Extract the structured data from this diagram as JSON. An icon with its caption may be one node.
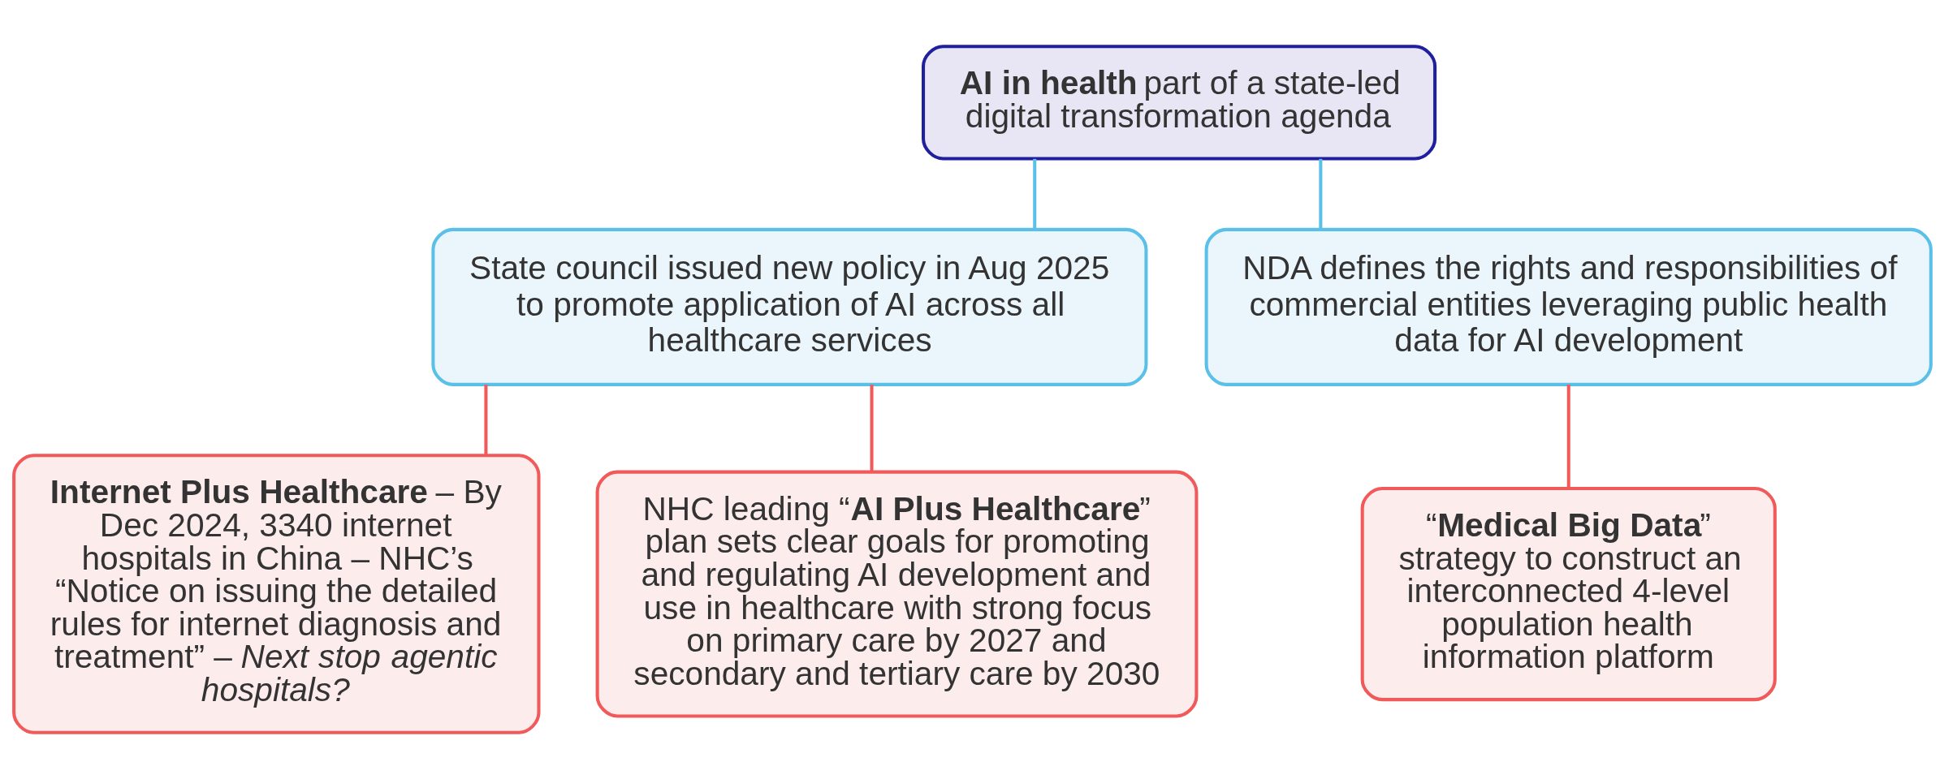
{
  "diagram": {
    "nodes": [
      {
        "text": [
          "**AI in health** part of a state-led digital transformation agenda"
        ]
      },
      {
        "text": [
          "State council issued new policy in Aug 2025 to promote application of AI across all healthcare services"
        ]
      },
      {
        "text": [
          "NDA defines the rights and responsibilities of commercial entities leveraging public health data for AI development"
        ]
      },
      {
        "text": [
          "**Internet Plus Healthcare** – By Dec 2024, 3340 internet hospitals in China – NHC’s “Notice on issuing the detailed rules for internet diagnosis and treatment” – *Next stop agentic hospitals?*"
        ]
      },
      {
        "text": [
          "NHC leading “**AI Plus Healthcare**” plan sets clear goals for promoting and regulating AI development and use in healthcare with strong focus on primary care by 2027 and secondary and tertiary care by 2030"
        ]
      },
      {
        "text": [
          "“**Medical Big Data**” strategy to construct an interconnected 4-level population health information platform"
        ]
      }
    ],
    "edges": [
      {
        "from": 0,
        "to": 1,
        "arrow": "none",
        "color": "#5bc0e8"
      },
      {
        "from": 0,
        "to": 2,
        "arrow": "none",
        "color": "#5bc0e8"
      },
      {
        "from": 1,
        "to": 3,
        "arrow": "none"
      },
      {
        "from": 1,
        "to": 4,
        "arrow": "none"
      },
      {
        "from": 2,
        "to": 5,
        "arrow": "none"
      }
    ]
  }
}
